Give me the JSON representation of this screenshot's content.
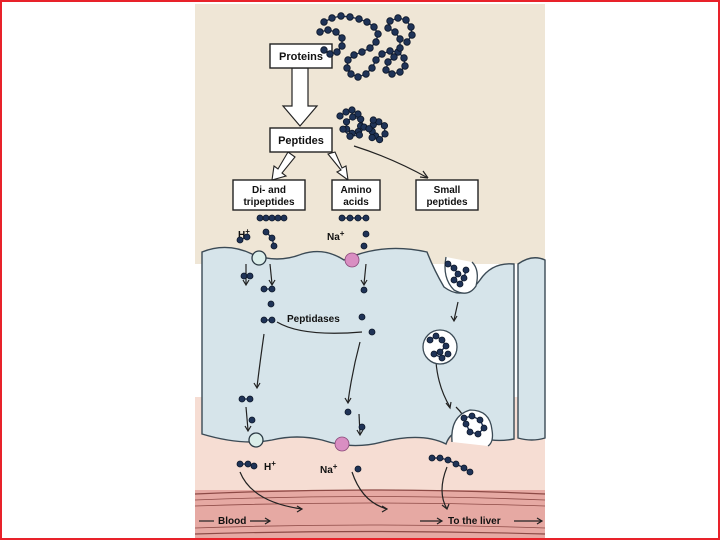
{
  "labels": {
    "proteins": "Proteins",
    "peptides": "Peptides",
    "di_tri_line1": "Di- and",
    "di_tri_line2": "tripeptides",
    "amino_line1": "Amino",
    "amino_line2": "acids",
    "small_line1": "Small",
    "small_line2": "peptides",
    "h_top": "H",
    "h_top_sup": "+",
    "na_top": "Na",
    "na_top_sup": "+",
    "peptidases": "Peptidases",
    "h_bottom": "H",
    "h_bottom_sup": "+",
    "na_bottom": "Na",
    "na_bottom_sup": "+",
    "blood": "Blood",
    "to_liver": "To the liver"
  },
  "colors": {
    "frame_border": "#e8222a",
    "lumen_bg": "#efe6d6",
    "cell_fill": "#d6e4ea",
    "cell_stroke": "#3b4a55",
    "interstitial_bg": "#f6ddd3",
    "blood_vessel": "#e6a9a3",
    "na_transporter": "#d98ec2",
    "h_transporter": "#dbeeea",
    "bead": "#1f3357"
  }
}
